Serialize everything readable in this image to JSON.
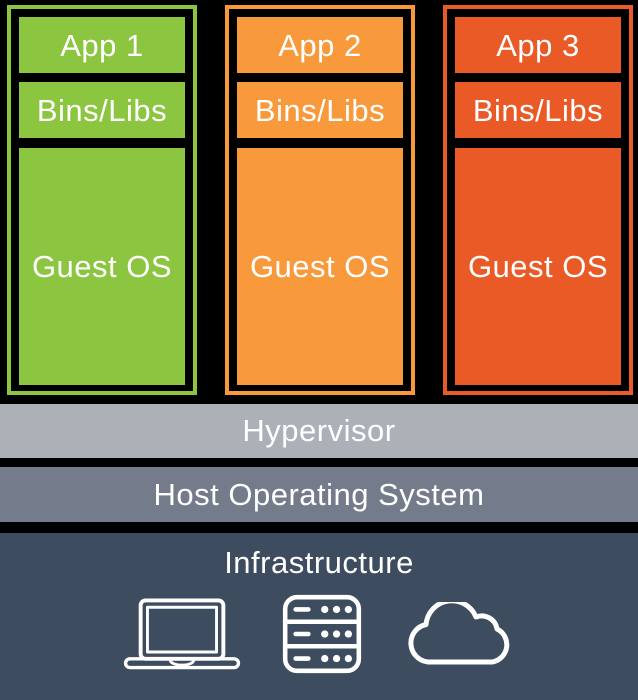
{
  "colors": {
    "background": "#000000",
    "text": "#FFFFFF",
    "vm1": "#8CC540",
    "vm2": "#F8993B",
    "vm3": "#EA5A27",
    "hypervisor": "#ACB0B7",
    "host_os": "#747C8B",
    "infrastructure": "#3E4C60"
  },
  "vms": [
    {
      "app": "App 1",
      "bins_libs": "Bins/Libs",
      "guest_os": "Guest OS",
      "color": "#8CC540"
    },
    {
      "app": "App 2",
      "bins_libs": "Bins/Libs",
      "guest_os": "Guest OS",
      "color": "#F8993B"
    },
    {
      "app": "App 3",
      "bins_libs": "Bins/Libs",
      "guest_os": "Guest OS",
      "color": "#EA5A27"
    }
  ],
  "layers": {
    "hypervisor": "Hypervisor",
    "host_os": "Host Operating System",
    "infrastructure": "Infrastructure"
  },
  "infrastructure_icons": [
    "laptop-icon",
    "server-icon",
    "cloud-icon"
  ]
}
